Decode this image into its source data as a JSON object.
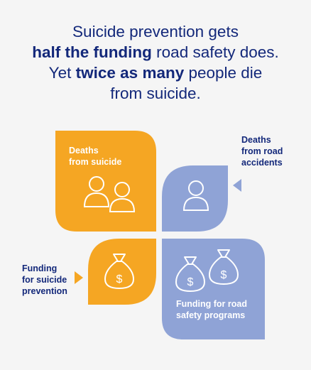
{
  "headline": {
    "line1": "Suicide prevention gets",
    "line2_bold": "half the funding",
    "line2_rest": " road safety does.",
    "line3_pre": "Yet ",
    "line3_bold": "twice as many",
    "line3_rest": " people die",
    "line4": "from suicide."
  },
  "tiles": {
    "deaths_suicide": {
      "line1": "Deaths",
      "line2": "from suicide"
    },
    "deaths_road": {
      "line1": "Deaths",
      "line2": "from road",
      "line3": "accidents"
    },
    "funding_suicide": {
      "line1": "Funding",
      "line2": "for suicide",
      "line3": "prevention"
    },
    "funding_road": {
      "line1": "Funding for road",
      "line2": "safety programs"
    }
  },
  "icons": {
    "dollar_sign": "$",
    "deaths_suicide": "two-person-icon",
    "deaths_road": "person-icon",
    "funding_suicide": "money-bag-icon",
    "funding_road": "two-money-bags-icon"
  },
  "colors": {
    "orange": "#f5a623",
    "blue": "#8fa3d6",
    "navy": "#13287a",
    "background": "#f5f5f5"
  }
}
